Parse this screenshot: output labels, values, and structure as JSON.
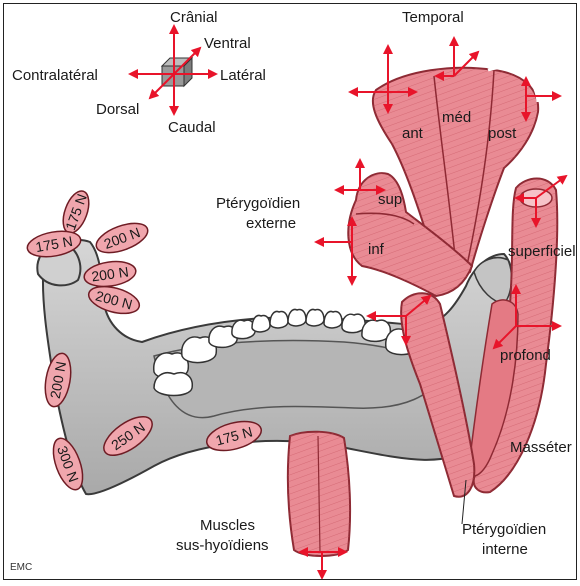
{
  "colors": {
    "bone": "#c9c9c9",
    "bone_dark": "#8a8a8a",
    "muscle": "#e98b94",
    "muscle_light": "#f6c3c8",
    "muscle_stroke": "#8e2a34",
    "force_fill": "#f0a6ad",
    "arrow": "#e8142a",
    "tooth": "#ffffff"
  },
  "orientation": {
    "cranial": "Crânial",
    "ventral": "Ventral",
    "contralateral": "Contralatéral",
    "lateral": "Latéral",
    "dorsal": "Dorsal",
    "caudal": "Caudal"
  },
  "muscles": {
    "temporal": "Temporal",
    "temporal_ant": "ant",
    "temporal_med": "méd",
    "temporal_post": "post",
    "pterygoid_ext_line1": "Ptérygoïdien",
    "pterygoid_ext_line2": "externe",
    "pterygoid_ext_sup": "sup",
    "pterygoid_ext_inf": "inf",
    "masseter_superficial": "superficiel",
    "masseter_deep": "profond",
    "masseter": "Masséter",
    "pterygoid_int_line1": "Ptérygoïdien",
    "pterygoid_int_line2": "interne",
    "suprahyoid_line1": "Muscles",
    "suprahyoid_line2": "sus-hyoïdiens"
  },
  "forces": [
    {
      "id": "f1",
      "label": "175 N"
    },
    {
      "id": "f2",
      "label": "175 N"
    },
    {
      "id": "f3",
      "label": "200 N"
    },
    {
      "id": "f4",
      "label": "200 N"
    },
    {
      "id": "f5",
      "label": "200 N"
    },
    {
      "id": "f6",
      "label": "200 N"
    },
    {
      "id": "f7",
      "label": "300 N"
    },
    {
      "id": "f8",
      "label": "250 N"
    },
    {
      "id": "f9",
      "label": "175 N"
    }
  ],
  "credit": "EMC"
}
